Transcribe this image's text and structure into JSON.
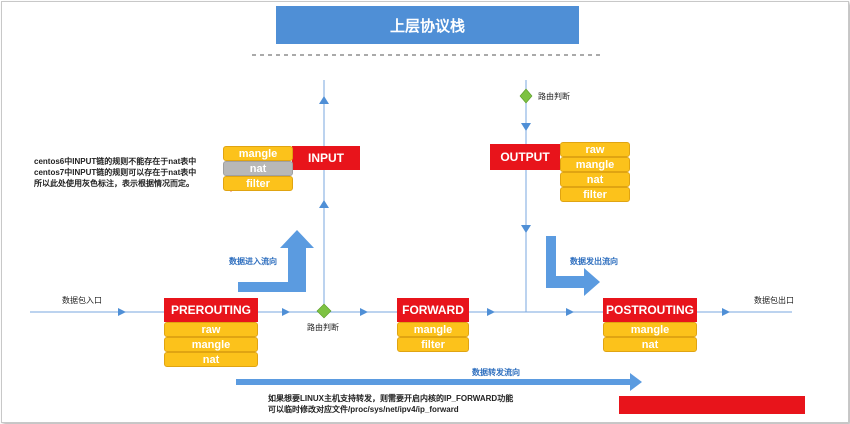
{
  "top_box": "上层协议栈",
  "chains": {
    "input": "INPUT",
    "output": "OUTPUT",
    "prerouting": "PREROUTING",
    "forward": "FORWARD",
    "postrouting": "POSTROUTING"
  },
  "tables": {
    "input": [
      "mangle",
      "nat",
      "filter"
    ],
    "output": [
      "raw",
      "mangle",
      "nat",
      "filter"
    ],
    "prerouting": [
      "raw",
      "mangle",
      "nat"
    ],
    "forward": [
      "mangle",
      "filter"
    ],
    "postrouting": [
      "mangle",
      "nat"
    ]
  },
  "labels": {
    "route_top": "路由判断",
    "route_bottom": "路由判断",
    "data_in_flow": "数据进入流向",
    "data_out_flow": "数据发出流向",
    "packet_in": "数据包入口",
    "packet_out": "数据包出口",
    "forward_flow": "数据转发流向"
  },
  "notes": {
    "left": [
      "centos6中INPUT链的规则不能存在于nat表中",
      "centos7中INPUT链的规则可以存在于nat表中",
      "所以此处使用灰色标注，表示根据情况而定。"
    ],
    "bottom": [
      "如果想要LINUX主机支持转发，则需要开启内核的IP_FORWARD功能",
      "可以临时修改对应文件/proc/sys/net/ipv4/ip_forward"
    ]
  },
  "colors": {
    "blue": "#4f8fd6",
    "red": "#e8141b",
    "yellow": "#fcc21b",
    "gray": "#b8b8b8",
    "green": "#7dc242"
  }
}
